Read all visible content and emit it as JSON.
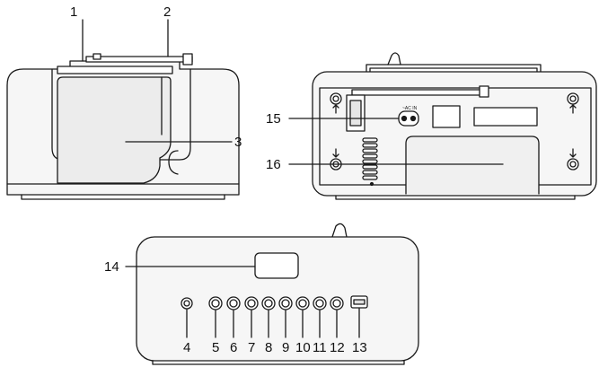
{
  "callouts": {
    "c1": "1",
    "c2": "2",
    "c3": "3",
    "c4": "4",
    "c5": "5",
    "c6": "6",
    "c7": "7",
    "c8": "8",
    "c9": "9",
    "c10": "10",
    "c11": "11",
    "c12": "12",
    "c13": "13",
    "c14": "14",
    "c15": "15",
    "c16": "16"
  },
  "jack_label": "~AC IN",
  "colors": {
    "line": "#1a1a1a",
    "fill_light": "#f4f4f4",
    "fill_mid": "#e6e6e6",
    "background": "#ffffff"
  },
  "icons": [
    "arrow-up-icon",
    "arrow-down-icon",
    "screw-icon",
    "ac-socket-icon",
    "usb-port-icon",
    "headphone-jack-icon"
  ]
}
